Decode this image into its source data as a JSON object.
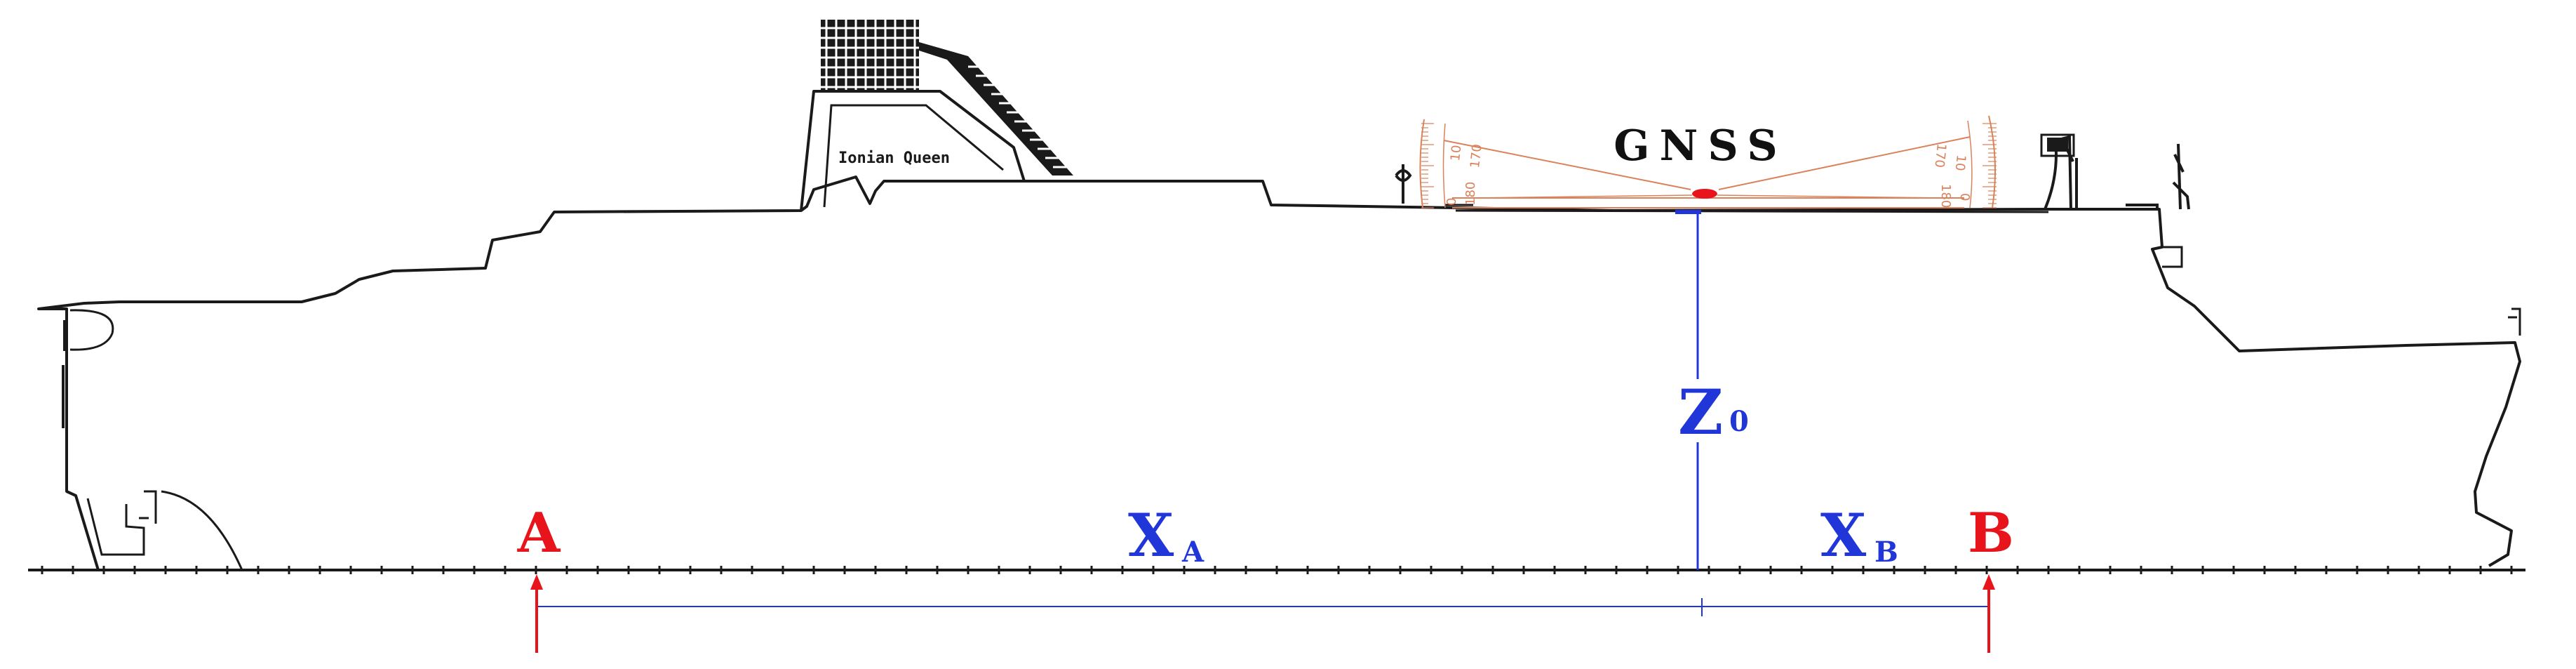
{
  "ship_name": "Ionian Queen",
  "gnss_label": "GNSS",
  "protractor": {
    "left": {
      "t0": "0",
      "t10": "10",
      "t170": "170",
      "t180": "180"
    },
    "right": {
      "t0": "0",
      "t10": "10",
      "t170": "170",
      "t180": "180"
    }
  },
  "labels": {
    "point_a": "A",
    "point_b": "B",
    "xa_main": "X",
    "xa_sub": "A",
    "xb_main": "X",
    "xb_sub": "B",
    "z_main": "Z",
    "z_sub": "0"
  },
  "colors": {
    "outline": "#1a1a1a",
    "reference": "#2136d8",
    "points": "#e8141c",
    "protractor": "#d9825b"
  }
}
